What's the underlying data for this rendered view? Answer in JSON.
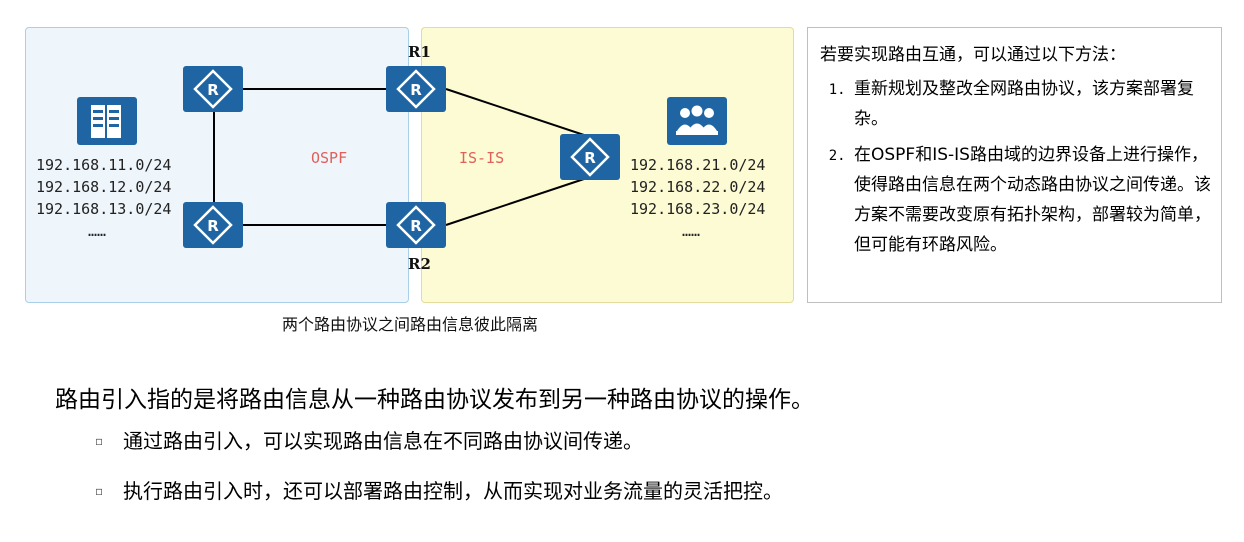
{
  "routers": {
    "r1_label": "R1",
    "r2_label": "R2",
    "icon": "router-icon"
  },
  "domains": {
    "ospf_label": "OSPF",
    "isis_label": "IS-IS"
  },
  "left_networks": [
    "192.168.11.0/24",
    "192.168.12.0/24",
    "192.168.13.0/24",
    "……"
  ],
  "right_networks": [
    "192.168.21.0/24",
    "192.168.22.0/24",
    "192.168.23.0/24",
    "……"
  ],
  "caption": "两个路由协议之间路由信息彼此隔离",
  "notes": {
    "title": "若要实现路由互通，可以通过以下方法：",
    "items": [
      "重新规划及整改全网路由协议，该方案部署复杂。",
      "在OSPF和IS-IS路由域的边界设备上进行操作，使得路由信息在两个动态路由协议之间传递。该方案不需要改变原有拓扑架构，部署较为简单，但可能有环路风险。"
    ]
  },
  "main_text": "路由引入指的是将路由信息从一种路由协议发布到另一种路由协议的操作。",
  "bullets": [
    "通过路由引入，可以实现路由信息在不同路由协议间传递。",
    "执行路由引入时，还可以部署路由控制，从而实现对业务流量的灵活把控。"
  ],
  "bullet_symbol": "▫",
  "colors": {
    "router_blue": "#1f65a3",
    "ospf_bg": "#eef6fc",
    "isis_bg": "#fdfbd4",
    "protocol_label": "#e0605a"
  }
}
